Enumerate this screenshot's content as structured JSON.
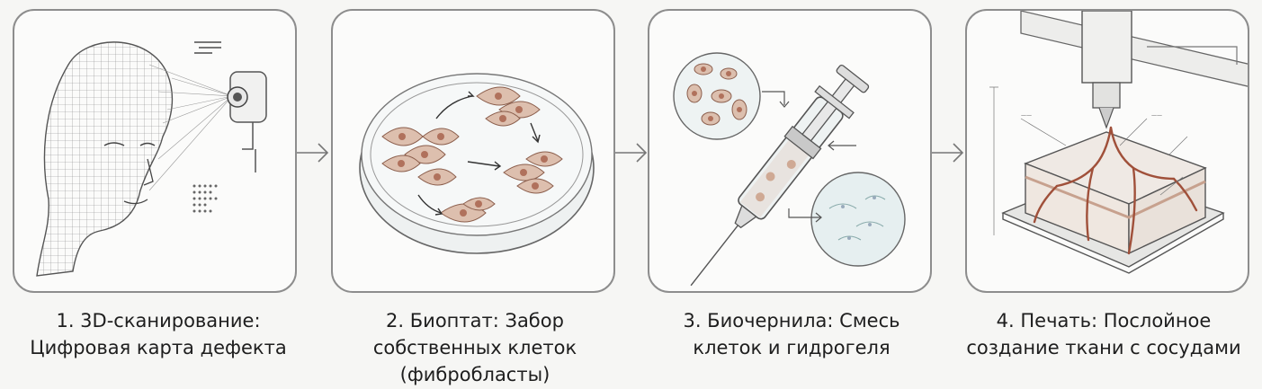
{
  "steps": [
    {
      "lines": [
        "1. 3D-сканирование:",
        "Цифровая карта дефекта"
      ]
    },
    {
      "lines": [
        "2. Биоптат: Забор",
        "собственных клеток",
        "(фибробласты)"
      ]
    },
    {
      "lines": [
        "3. Биочернила: Смесь",
        "клеток и гидрогеля"
      ]
    },
    {
      "lines": [
        "4. Печать: Послойное",
        "создание ткани с сосудами"
      ]
    }
  ],
  "colors": {
    "line": "#6f6f6f",
    "cell": "#d8b7a4",
    "nucleus": "#b9826b",
    "vessel": "#a0503a",
    "cyan": "#cfe3e4"
  },
  "icons": [
    "face-mesh-icon",
    "scanner-camera-icon",
    "petri-dish-icon",
    "syringe-icon",
    "printer-head-icon",
    "tissue-block-icon"
  ]
}
